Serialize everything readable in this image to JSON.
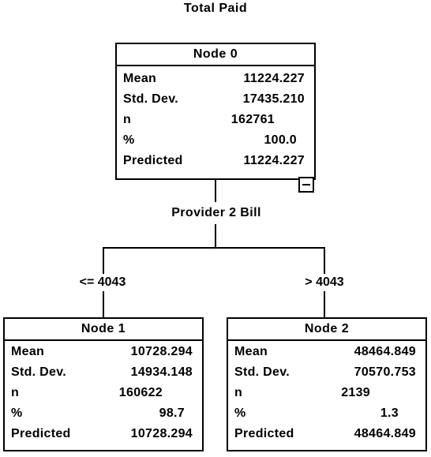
{
  "title": "Total Paid",
  "split_variable": "Provider 2 Bill",
  "nodes": [
    {
      "header": "Node 0",
      "rows": [
        {
          "label": "Mean",
          "value": "11224.227"
        },
        {
          "label": "Std. Dev.",
          "value": "17435.210"
        },
        {
          "label": "n",
          "value": "162761"
        },
        {
          "label": "%",
          "value": "100.0"
        },
        {
          "label": "Predicted",
          "value": "11224.227"
        }
      ]
    },
    {
      "header": "Node 1",
      "rows": [
        {
          "label": "Mean",
          "value": "10728.294"
        },
        {
          "label": "Std. Dev.",
          "value": "14934.148"
        },
        {
          "label": "n",
          "value": "160622"
        },
        {
          "label": "%",
          "value": "98.7"
        },
        {
          "label": "Predicted",
          "value": "10728.294"
        }
      ]
    },
    {
      "header": "Node 2",
      "rows": [
        {
          "label": "Mean",
          "value": "48464.849"
        },
        {
          "label": "Std. Dev.",
          "value": "70570.753"
        },
        {
          "label": "n",
          "value": "2139"
        },
        {
          "label": "%",
          "value": "1.3"
        },
        {
          "label": "Predicted",
          "value": "48464.849"
        }
      ]
    }
  ],
  "branches": {
    "left": "<= 4043",
    "right": "> 4043"
  }
}
